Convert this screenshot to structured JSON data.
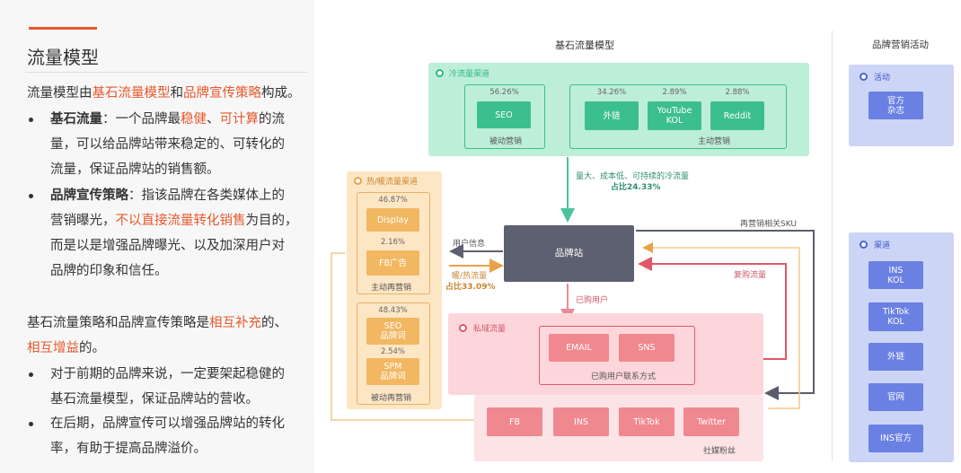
{
  "left": {
    "title": "流量模型",
    "intro": [
      "流量模型由",
      "基石流量模型",
      "和",
      "品牌宣传策略",
      "构成。"
    ],
    "b1": {
      "head": "基石流量",
      "l1": [
        "：一个品牌最",
        "稳健",
        "、",
        "可计算",
        "的流"
      ],
      "l2": "量，可以给品牌站带来稳定的、可转化的",
      "l3": "流量，保证品牌站的销售额。"
    },
    "b2": {
      "head": "品牌宣传策略",
      "l1": "：指该品牌在各类媒体上的",
      "l2": [
        "营销曝光，",
        "不以直接流量转化销售",
        "为目的，"
      ],
      "l3": "而是以是增强品牌曝光、以及加深用户对",
      "l4": "品牌的印象和信任。"
    },
    "s2": {
      "l1": [
        "基石流量策略和品牌宣传策略是",
        "相互补充",
        "的、"
      ],
      "l2": [
        "相互增益",
        "的。"
      ]
    },
    "b3": {
      "l1": "对于前期的品牌来说，一定要架起稳健的",
      "l2": "基石流量模型，保证品牌站的营收。"
    },
    "b4": {
      "l1": "在后期，品牌宣传可以增强品牌站的转化",
      "l2": "率，有助于提高品牌溢价。"
    }
  },
  "diagram": {
    "title": "基石流量模型",
    "cold": {
      "title": "冷流量渠道",
      "passive": {
        "pct": "56.26%",
        "node": "SEO",
        "label": "被动营销"
      },
      "active": {
        "label": "主动营销",
        "items": [
          {
            "pct": "34.26%",
            "node": "外链"
          },
          {
            "pct": "2.89%",
            "node": "YouTube\nKOL"
          },
          {
            "pct": "2.88%",
            "node": "Reddit"
          }
        ]
      }
    },
    "cold_flow": {
      "l1": "量大、成本低、可持续的冷流量",
      "l2": "占比24.33%"
    },
    "hot": {
      "title": "热/暖流量渠道",
      "active": {
        "label": "主动再营销",
        "items": [
          {
            "pct": "46.87%",
            "node": "Display"
          },
          {
            "pct": "2.16%",
            "node": "FB广告"
          }
        ]
      },
      "passive": {
        "label": "被动再营销",
        "items": [
          {
            "pct": "48.43%",
            "node": "SEO\n品牌词"
          },
          {
            "pct": "2.54%",
            "node": "SPM\n品牌词"
          }
        ]
      }
    },
    "center": "品牌站",
    "user_info": "用户信息",
    "warm_flow": {
      "l1": "暖/热流量",
      "l2": "占比33.09%"
    },
    "purchased": "已购用户",
    "retarget_sku": "再营销相关SKU",
    "repurchase": "复购流量",
    "private": {
      "title": "私域流量",
      "contact": {
        "label": "已购用户联系方式",
        "items": [
          "EMAIL",
          "SNS"
        ]
      },
      "social": {
        "label": "社媒粉丝",
        "items": [
          "FB",
          "INS",
          "TikTok",
          "Twitter"
        ]
      }
    }
  },
  "brand": {
    "title": "品牌营销活动",
    "activity": {
      "title": "活动",
      "items": [
        "官方\n杂志"
      ]
    },
    "channel": {
      "title": "渠道",
      "items": [
        "INS\nKOL",
        "TikTok\nKOL",
        "外链",
        "官网",
        "INS官方"
      ]
    }
  }
}
